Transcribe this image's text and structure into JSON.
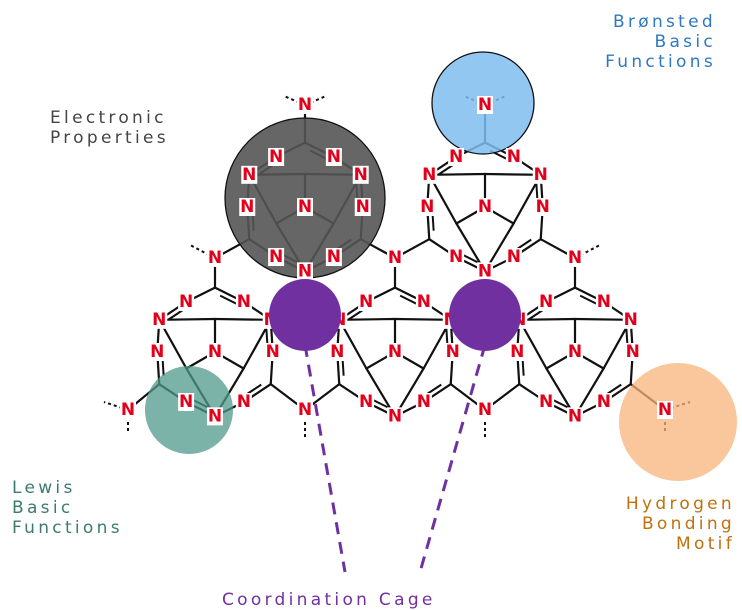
{
  "labels": {
    "bronsted": [
      "Brønsted",
      "Basic",
      "Functions"
    ],
    "electronic": [
      "Electronic",
      "Properties"
    ],
    "lewis": [
      "Lewis",
      "Basic",
      "Functions"
    ],
    "hydrogen": [
      "Hydrogen",
      "Bonding",
      "Motif"
    ],
    "coordination": "Coordination Cage"
  },
  "atom_label": "N",
  "colors": {
    "nitrogen": "#e3001b",
    "bond": "#111111",
    "bronsted_highlight": "#7fbdf0",
    "electronic_highlight": "#555555",
    "lewis_highlight": "#4f9a8c",
    "hydrogen_highlight": "#f7b47a",
    "cage": "#7030a0",
    "bronsted_text": "#2e78c2",
    "electronic_text": "#444444",
    "lewis_text": "#3d7a70",
    "hydrogen_text": "#c0700c",
    "coordination_text": "#7030a0"
  }
}
